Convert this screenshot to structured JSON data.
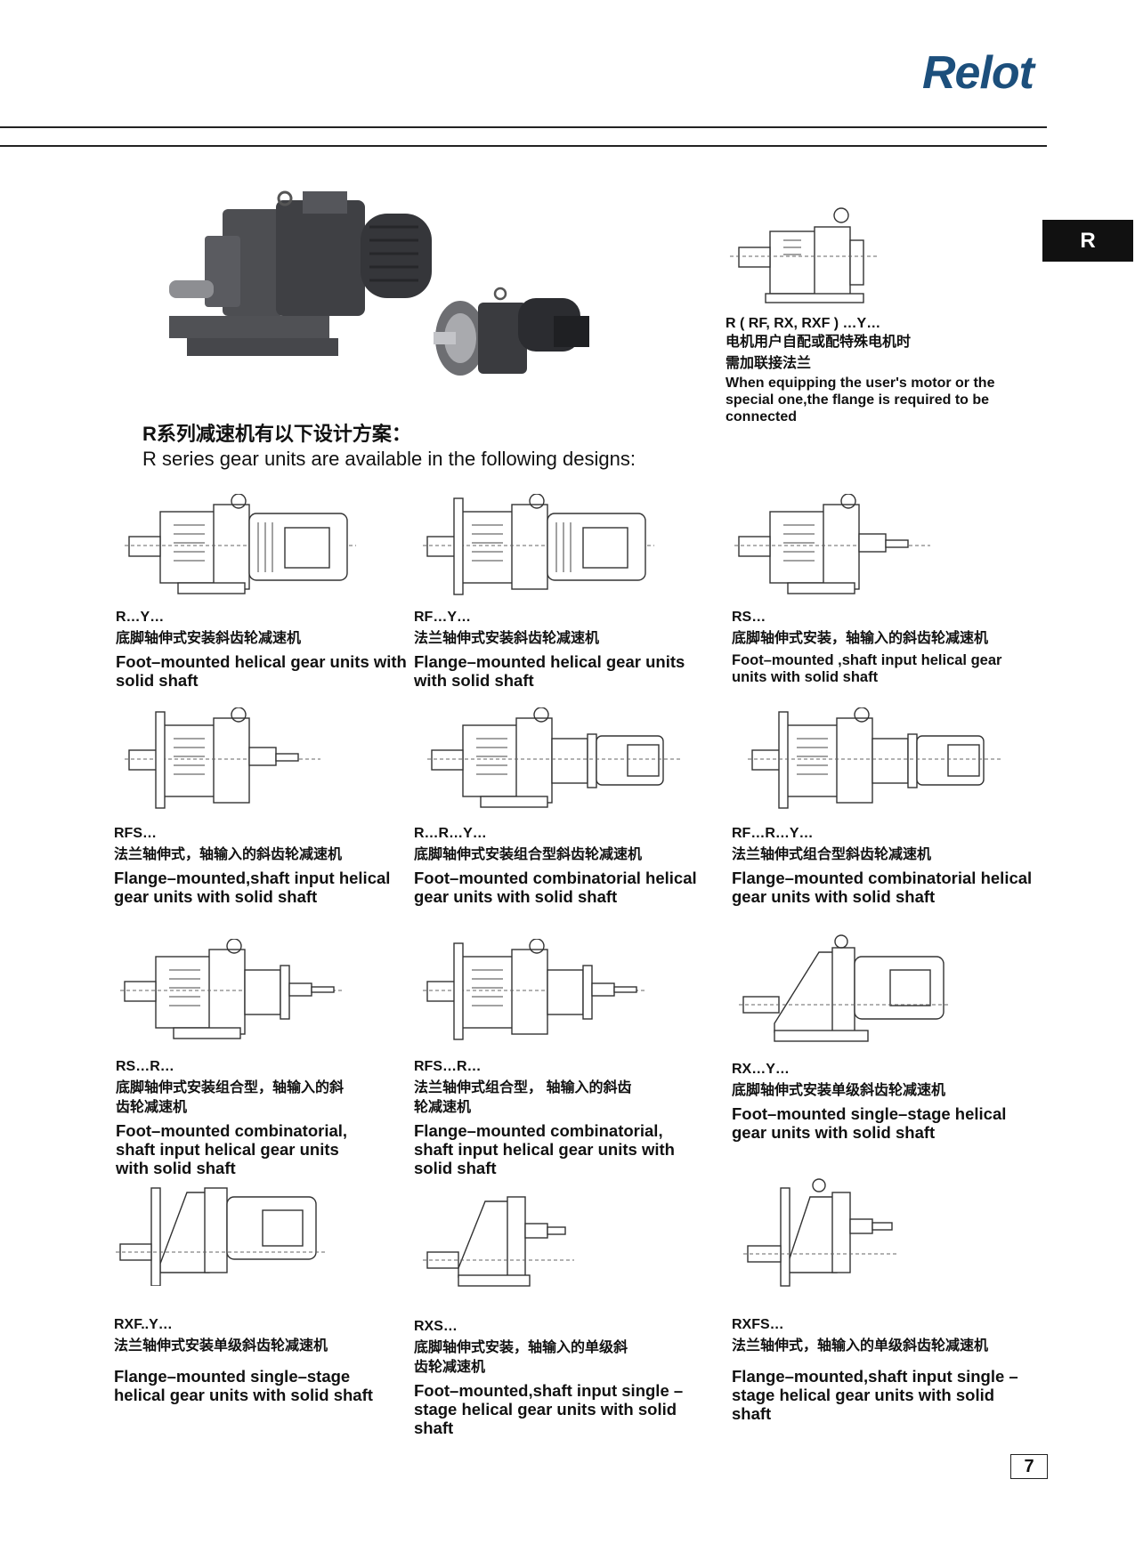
{
  "brand": {
    "logo": "Relot"
  },
  "side_tab": {
    "label": "R"
  },
  "heading": {
    "cn": "R系列减速机有以下设计方案：",
    "en": "R series gear units are available in the following designs:"
  },
  "top_note": {
    "code": "R ( RF, RX, RXF ) …Y…",
    "cn_line1": "电机用户自配或配特殊电机时",
    "cn_line2": "需加联接法兰",
    "en": "When equipping the user's motor or the special one,the flange is required to be connected"
  },
  "designs": [
    {
      "code": "R…Y…",
      "cn": "底脚轴伸式安装斜齿轮减速机",
      "en": "Foot–mounted helical gear units with solid shaft"
    },
    {
      "code": "RF…Y…",
      "cn": "法兰轴伸式安装斜齿轮减速机",
      "en": "Flange–mounted helical gear units with solid shaft"
    },
    {
      "code": "RS…",
      "cn": "底脚轴伸式安装，轴输入的斜齿轮减速机",
      "en": "Foot–mounted ,shaft input helical gear units with solid shaft"
    },
    {
      "code": "RFS…",
      "cn": "法兰轴伸式，轴输入的斜齿轮减速机",
      "en": "Flange–mounted,shaft input helical gear units with solid shaft"
    },
    {
      "code": "R…R…Y…",
      "cn": "底脚轴伸式安装组合型斜齿轮减速机",
      "en": "Foot–mounted combinatorial helical gear units with solid shaft"
    },
    {
      "code": "RF…R…Y…",
      "cn": "法兰轴伸式组合型斜齿轮减速机",
      "en": "Flange–mounted combinatorial helical gear units with solid shaft"
    },
    {
      "code": "RS…R…",
      "cn": "底脚轴伸式安装组合型，轴输入的斜齿轮减速机",
      "en": "Foot–mounted combinatorial, shaft input helical gear units with solid shaft"
    },
    {
      "code": "RFS…R…",
      "cn": "法兰轴伸式组合型， 轴输入的斜齿轮减速机",
      "en": "Flange–mounted combinatorial, shaft input helical gear units with solid shaft"
    },
    {
      "code": "RX…Y…",
      "cn": "底脚轴伸式安装单级斜齿轮减速机",
      "en": "Foot–mounted single–stage helical gear units with solid shaft"
    },
    {
      "code": "RXF..Y…",
      "cn": "法兰轴伸式安装单级斜齿轮减速机",
      "en": "Flange–mounted single–stage helical gear units with solid shaft"
    },
    {
      "code": "RXS…",
      "cn": "底脚轴伸式安装，轴输入的单级斜齿轮减速机",
      "en": "Foot–mounted,shaft input single –stage helical gear units with solid shaft"
    },
    {
      "code": "RXFS…",
      "cn": "法兰轴伸式，轴输入的单级斜齿轮减速机",
      "en": "Flange–mounted,shaft input single –stage helical gear units with solid shaft"
    }
  ],
  "page_number": "7"
}
